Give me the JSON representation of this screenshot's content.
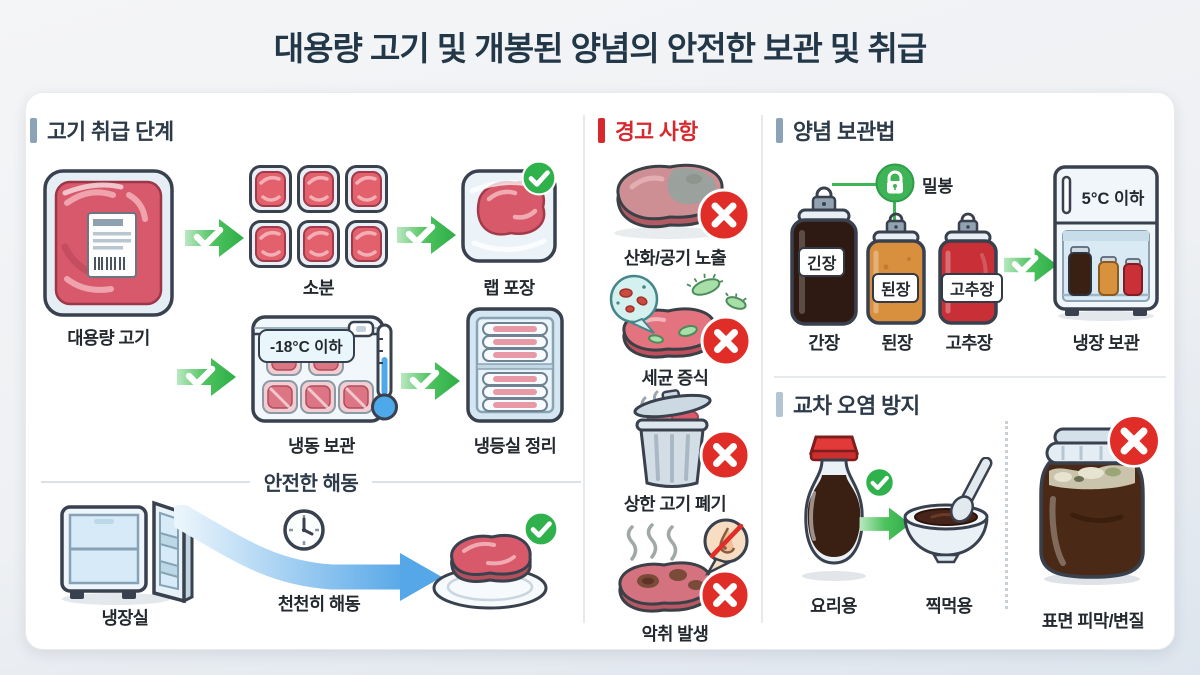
{
  "title": "대용량 고기 및 개봉된 양념의 안전한 보관 및 취급",
  "meat_handling": {
    "header": "고기 취급 단계",
    "bulk_meat_label": "대용량 고기",
    "portion_label": "소분",
    "wrap_label": "랩 포장",
    "freeze_temp_bubble": "-18°C 이하",
    "freeze_label": "냉동 보관",
    "freezer_organize_label": "냉등실 정리",
    "thaw_header": "안전한 해동",
    "fridge_label": "냉장실",
    "slow_thaw_label": "천천히 해동"
  },
  "warnings": {
    "header": "경고 사항",
    "items": [
      "산화/공기 노출",
      "세균 증식",
      "상한 고기 폐기",
      "악취 발생"
    ]
  },
  "seasoning_storage": {
    "header": "양념 보관법",
    "seal_label": "밀봉",
    "jar_tags": [
      "긴장",
      "된장",
      "고추장"
    ],
    "jar_labels": [
      "간장",
      "된장",
      "고추장"
    ],
    "fridge_temp": "5°C 이하",
    "fridge_label": "냉장 보관"
  },
  "cross_contamination": {
    "header": "교차 오염 방지",
    "cooking_label": "요리용",
    "dipping_label": "찍먹용",
    "spoiled_label": "표면 피막/변질"
  },
  "colors": {
    "accent_green": "#3fb457",
    "warning_red": "#d7282e",
    "header_navy": "#2c3a49",
    "title_navy": "#223748",
    "section_bar_slate": "#8ba3b8",
    "section_bar_light": "#b3c5d3"
  }
}
